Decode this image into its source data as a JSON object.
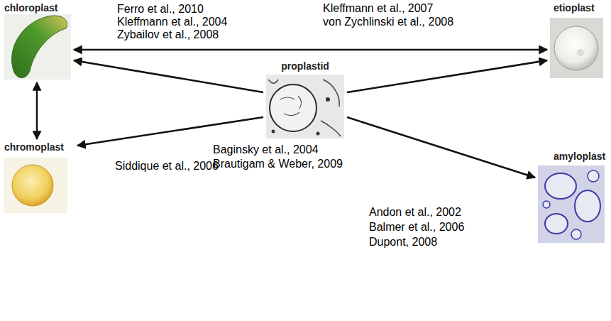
{
  "diagram": {
    "nodes": [
      {
        "text": [
          "chloroplast"
        ]
      },
      {
        "text": [
          "etioplast"
        ]
      },
      {
        "text": [
          "proplastid"
        ]
      },
      {
        "text": [
          "chromoplast"
        ]
      },
      {
        "text": [
          "amyloplast"
        ]
      }
    ],
    "edges": [
      {
        "from": 0,
        "to": 1,
        "arrow": "both"
      },
      {
        "from": 0,
        "to": 3,
        "arrow": "both"
      },
      {
        "from": 2,
        "to": 0,
        "arrow": "to"
      },
      {
        "from": 2,
        "to": 3,
        "arrow": "to"
      },
      {
        "from": 2,
        "to": 1,
        "arrow": "to"
      },
      {
        "from": 2,
        "to": 4,
        "arrow": "to"
      }
    ],
    "labels": [
      "Ferro et al., 2010",
      "Kleffmann et al., 2004",
      "Zybailov et al., 2008",
      "Kleffmann et al., 2007",
      "von Zychlinski et al., 2008",
      "Baginsky et al., 2004",
      "Brautigam & Weber, 2009",
      "Siddique et al., 2006",
      "Andon et al., 2002",
      "Balmer et al., 2006",
      "Dupont, 2008"
    ]
  }
}
